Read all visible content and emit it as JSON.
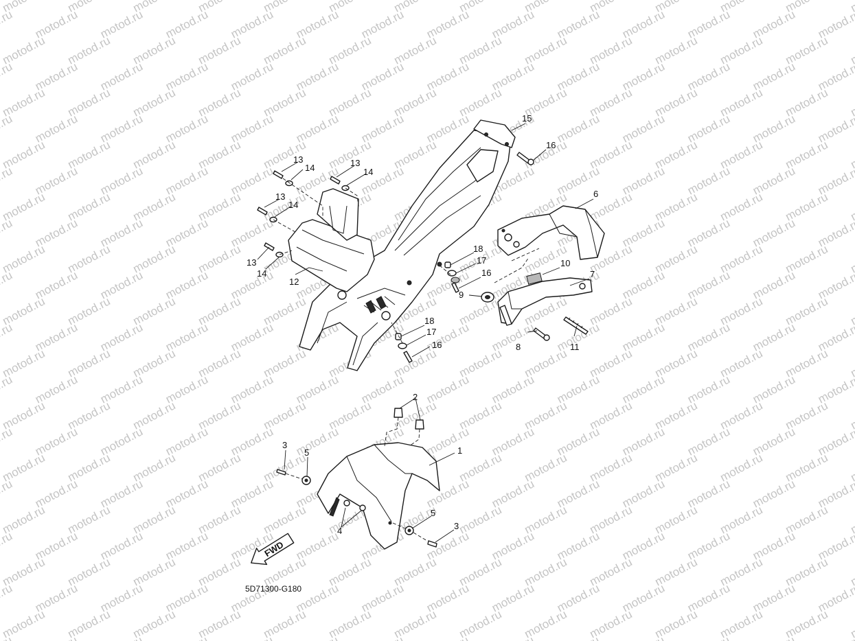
{
  "watermark": "motod.ru",
  "diagram_code": "5D71300-G180",
  "fwd_label": "FWD",
  "callouts": [
    {
      "id": "c1",
      "label": "1"
    },
    {
      "id": "c2",
      "label": "2"
    },
    {
      "id": "c3a",
      "label": "3"
    },
    {
      "id": "c3b",
      "label": "3"
    },
    {
      "id": "c4",
      "label": "4"
    },
    {
      "id": "c5a",
      "label": "5"
    },
    {
      "id": "c5b",
      "label": "5"
    },
    {
      "id": "c6",
      "label": "6"
    },
    {
      "id": "c7",
      "label": "7"
    },
    {
      "id": "c8",
      "label": "8"
    },
    {
      "id": "c9",
      "label": "9"
    },
    {
      "id": "c10",
      "label": "10"
    },
    {
      "id": "c11",
      "label": "11"
    },
    {
      "id": "c12",
      "label": "12"
    },
    {
      "id": "c13a",
      "label": "13"
    },
    {
      "id": "c13b",
      "label": "13"
    },
    {
      "id": "c13c",
      "label": "13"
    },
    {
      "id": "c13d",
      "label": "13"
    },
    {
      "id": "c14a",
      "label": "14"
    },
    {
      "id": "c14b",
      "label": "14"
    },
    {
      "id": "c14c",
      "label": "14"
    },
    {
      "id": "c14d",
      "label": "14"
    },
    {
      "id": "c15",
      "label": "15"
    },
    {
      "id": "c16a",
      "label": "16"
    },
    {
      "id": "c16b",
      "label": "16"
    },
    {
      "id": "c16c",
      "label": "16"
    },
    {
      "id": "c17a",
      "label": "17"
    },
    {
      "id": "c17b",
      "label": "17"
    },
    {
      "id": "c18a",
      "label": "18"
    },
    {
      "id": "c18b",
      "label": "18"
    }
  ]
}
